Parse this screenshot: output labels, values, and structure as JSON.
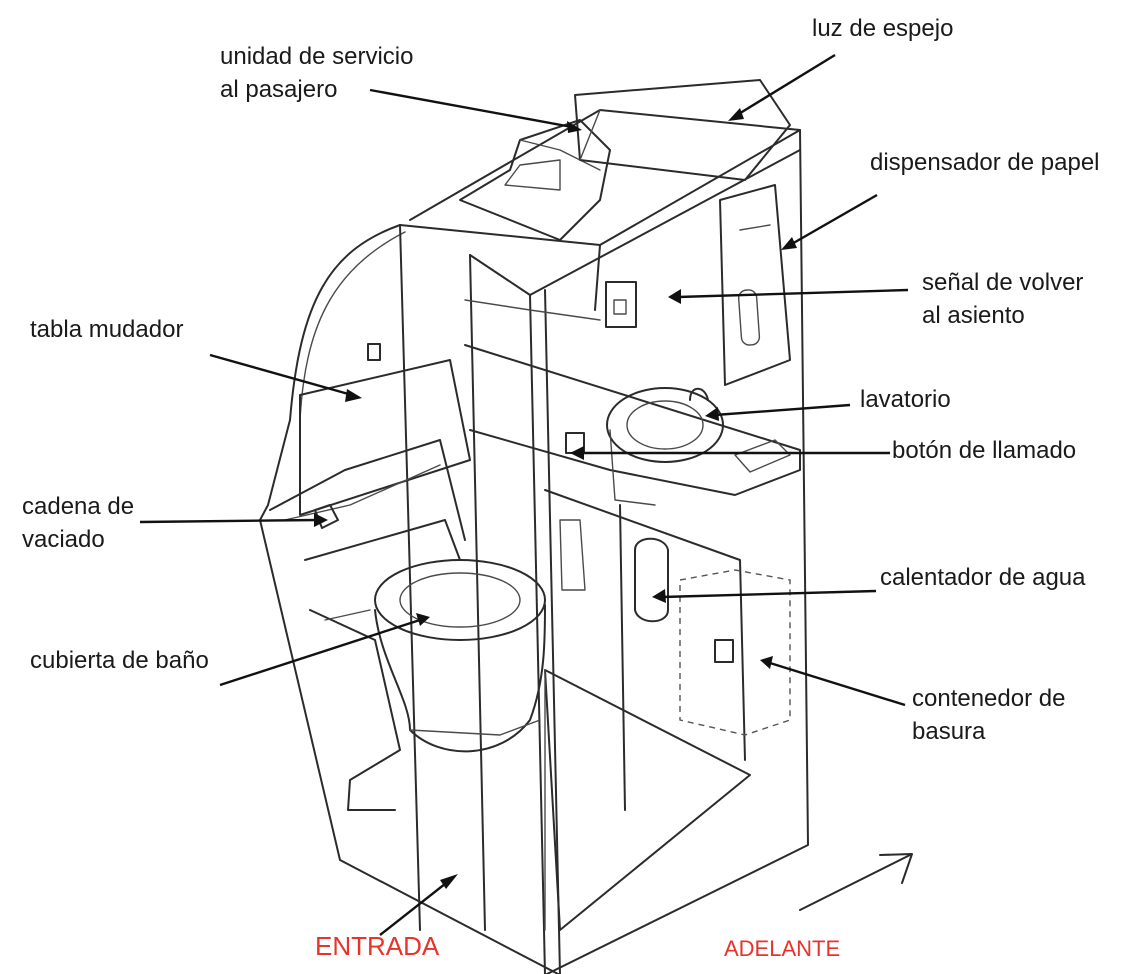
{
  "labels": {
    "mirror_light": "luz de espejo",
    "passenger_service_unit": [
      "unidad de servicio",
      "al pasajero"
    ],
    "paper_dispenser": "dispensador de papel",
    "return_to_seat_sign": [
      "señal de volver",
      "al asiento"
    ],
    "changing_table": "tabla mudador",
    "washbasin": "lavatorio",
    "call_button": "botón de llamado",
    "flush_handle": [
      "cadena de",
      "vaciado"
    ],
    "water_heater": "calentador de agua",
    "toilet_cover": "cubierta de baño",
    "waste_bin": [
      "contenedor de",
      "basura"
    ],
    "entrance": "ENTRADA",
    "forward": "ADELANTE"
  },
  "colors": {
    "ink": "#1a1a1a",
    "accent_red": "#e8332a"
  }
}
